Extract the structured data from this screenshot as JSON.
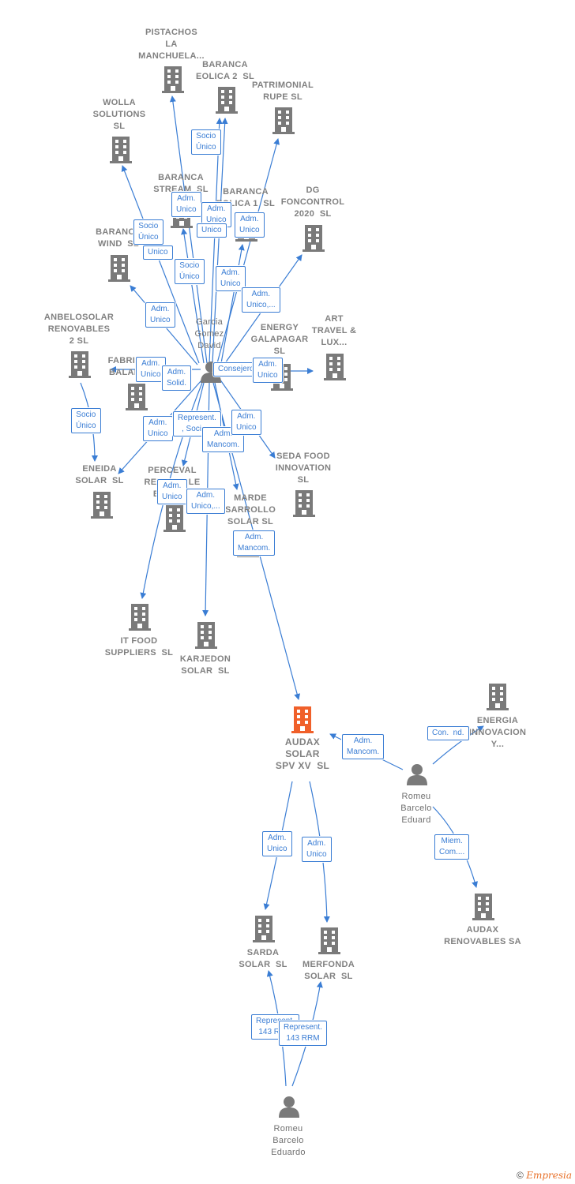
{
  "colors": {
    "edge": "#3a7dd4",
    "company": "#7a7a7a",
    "focus": "#f0602a",
    "person": "#7a7a7a"
  },
  "footer": {
    "copyright": "©",
    "brand": "Empresia"
  },
  "companies": [
    {
      "id": "pistachos",
      "label": "PISTACHOS\nLA\nMANCHUELA..."
    },
    {
      "id": "baranca2",
      "label": "BARANCA\nEOLICA 2  SL"
    },
    {
      "id": "patrimonial",
      "label": "PATRIMONIAL\nRUPE SL"
    },
    {
      "id": "wolla",
      "label": "WOLLA\nSOLUTIONS\nSL"
    },
    {
      "id": "stream",
      "label": "BARANCA\nSTREAM  SL"
    },
    {
      "id": "baranca1",
      "label": "BARANCA\nEOLICA 1  SL"
    },
    {
      "id": "dg",
      "label": "DG\nFONCONTROL\n2020  SL"
    },
    {
      "id": "wind",
      "label": "BARANCA\nWIND  SL"
    },
    {
      "id": "anbelosolar",
      "label": "ANBELOSOLAR\nRENOVABLES\n2 SL"
    },
    {
      "id": "fabric",
      "label": "FABRIC\nBALAN"
    },
    {
      "id": "energy",
      "label": "ENERGY\nGALAPAGAR\nSL"
    },
    {
      "id": "art",
      "label": "ART\nTRAVEL &\nLUX..."
    },
    {
      "id": "eneida",
      "label": "ENEIDA\nSOLAR  SL"
    },
    {
      "id": "perceval",
      "label": "PERCEVAL\nRENOVABLE\nENERGY"
    },
    {
      "id": "marde",
      "label": "MARDE\nSARROLLO\nSOLAR SL"
    },
    {
      "id": "seda",
      "label": "SEDA FOOD\nINNOVATION\nSL"
    },
    {
      "id": "itfood",
      "label": "IT FOOD\nSUPPLIERS  SL"
    },
    {
      "id": "karjedon",
      "label": "KARJEDON\nSOLAR  SL"
    },
    {
      "id": "audax",
      "label": "AUDAX\nSOLAR\nSPV XV  SL"
    },
    {
      "id": "energia",
      "label": "ENERGIA\nINNOVACION\nY..."
    },
    {
      "id": "audaxren",
      "label": "AUDAX\nRENOVABLES SA"
    },
    {
      "id": "sarda",
      "label": "SARDA\nSOLAR  SL"
    },
    {
      "id": "merfonda",
      "label": "MERFONDA\nSOLAR  SL"
    }
  ],
  "persons": [
    {
      "id": "garcia",
      "label": "Garcia\nGomez\nDavid"
    },
    {
      "id": "romeu1",
      "label": "Romeu\nBarcelo\nEduard"
    },
    {
      "id": "romeu2",
      "label": "Romeu\nBarcelo\nEduardo"
    }
  ],
  "relations": [
    {
      "id": "r1",
      "label": "Socio\nÚnico"
    },
    {
      "id": "r2",
      "label": "Adm.\nUnico"
    },
    {
      "id": "r3",
      "label": "Adm.\nUnico"
    },
    {
      "id": "r4",
      "label": "Unico"
    },
    {
      "id": "r5",
      "label": "Adm.\nUnico"
    },
    {
      "id": "r6",
      "label": "Socio\nÚnico"
    },
    {
      "id": "r7",
      "label": "Unico"
    },
    {
      "id": "r8",
      "label": "Socio\nÚnico"
    },
    {
      "id": "r9",
      "label": "Adm.\nUnico"
    },
    {
      "id": "r10",
      "label": "Adm.\nUnico,..."
    },
    {
      "id": "r11",
      "label": "Adm.\nUnico"
    },
    {
      "id": "r12",
      "label": "Adm.\nUnico"
    },
    {
      "id": "r13",
      "label": "Adm.\nSolid."
    },
    {
      "id": "r14",
      "label": "Consejero"
    },
    {
      "id": "r15",
      "label": "Adm.\nUnico"
    },
    {
      "id": "r16",
      "label": "Socio\nÚnico"
    },
    {
      "id": "r17",
      "label": "Adm.\nUnico"
    },
    {
      "id": "r18",
      "label": "Represent.\n, Socio..."
    },
    {
      "id": "r19",
      "label": "Adm.\nMancom."
    },
    {
      "id": "r20",
      "label": "Adm.\nUnico"
    },
    {
      "id": "r21",
      "label": "Adm.\nUnico"
    },
    {
      "id": "r22",
      "label": "Adm.\nUnico,..."
    },
    {
      "id": "r23",
      "label": "Adm.\nMancom."
    },
    {
      "id": "r24",
      "label": "Adm.\nMancom."
    },
    {
      "id": "r25",
      "label": "Con.  nd."
    },
    {
      "id": "r26",
      "label": "Miem.\nCom...."
    },
    {
      "id": "r27",
      "label": "Adm.\nUnico"
    },
    {
      "id": "r28",
      "label": "Adm.\nUnico"
    },
    {
      "id": "r29",
      "label": "Represent.\n143 RRM"
    },
    {
      "id": "r30",
      "label": "Represent.\n143 RRM"
    }
  ]
}
